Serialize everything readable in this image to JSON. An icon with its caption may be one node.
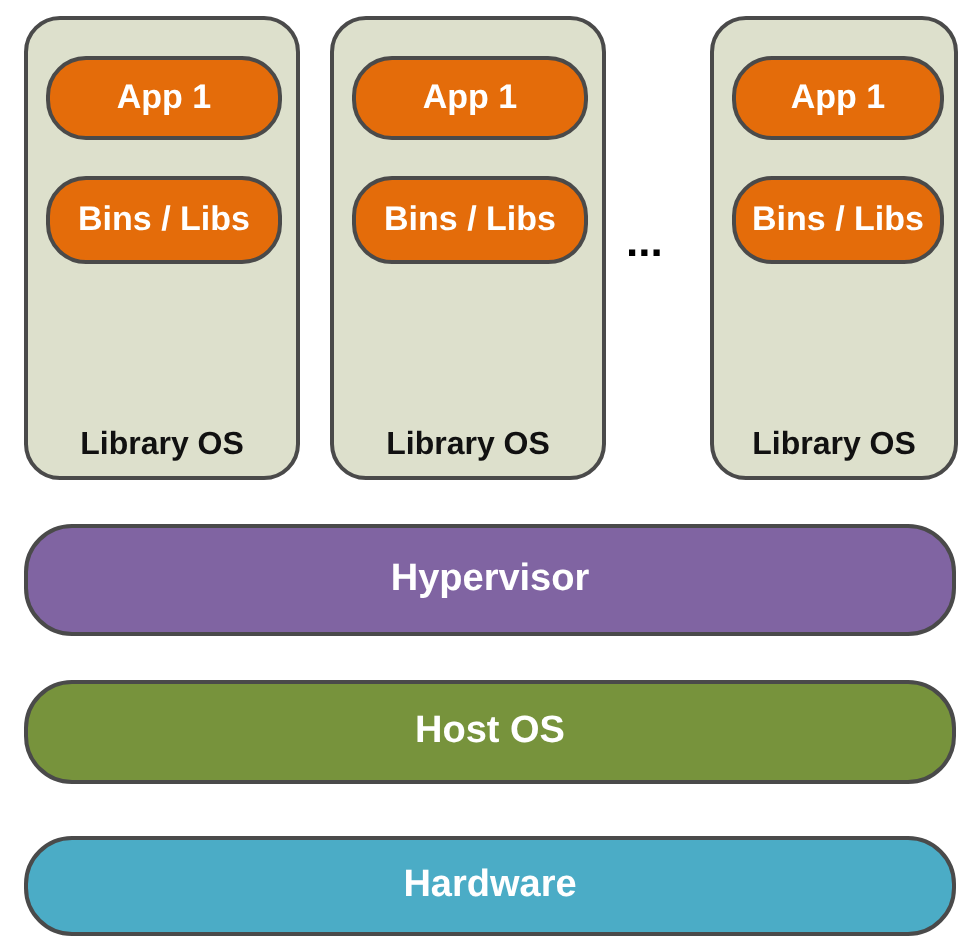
{
  "diagram": {
    "nodes": [
      {
        "text": [
          "Library OS"
        ]
      },
      {
        "text": [
          "App 1"
        ],
        "in": 0
      },
      {
        "text": [
          "Bins / Libs"
        ],
        "in": 0
      },
      {
        "text": [
          "Library OS"
        ]
      },
      {
        "text": [
          "App 1"
        ],
        "in": 3
      },
      {
        "text": [
          "Bins / Libs"
        ],
        "in": 3
      },
      {
        "text": [
          "Library OS"
        ]
      },
      {
        "text": [
          "App 1"
        ],
        "in": 6
      },
      {
        "text": [
          "Bins / Libs"
        ],
        "in": 6
      },
      {
        "text": [
          "Hypervisor"
        ]
      },
      {
        "text": [
          "Host OS"
        ]
      },
      {
        "text": [
          "Hardware"
        ]
      }
    ],
    "labels": [
      "..."
    ]
  }
}
